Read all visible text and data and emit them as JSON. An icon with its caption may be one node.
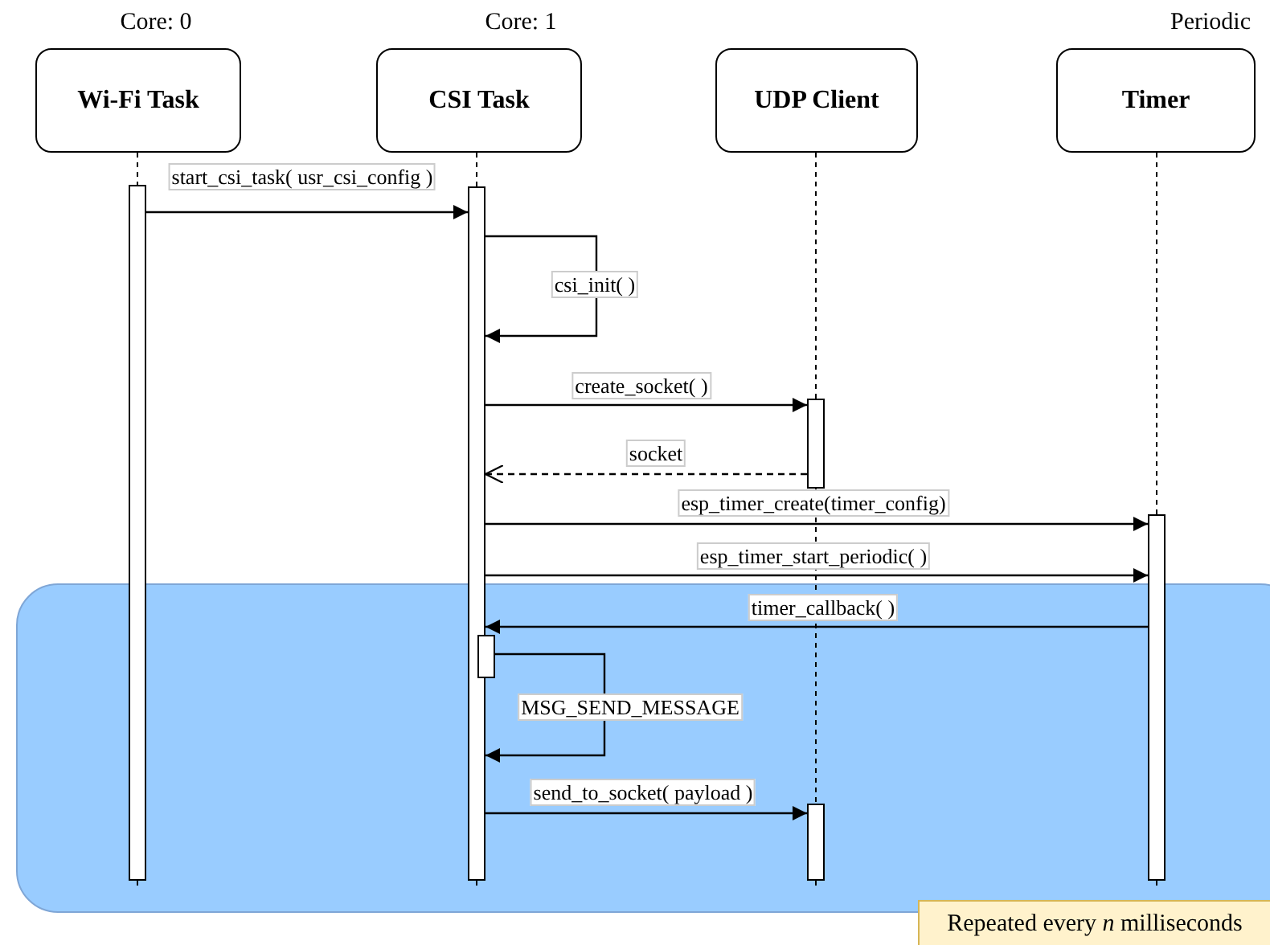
{
  "diagram": {
    "nodes": [
      {
        "text": [
          "Wi-Fi Task"
        ],
        "beside": [
          "Core: 0"
        ]
      },
      {
        "text": [
          "CSI Task"
        ],
        "beside": [
          "Core: 1"
        ]
      },
      {
        "text": [
          "UDP Client"
        ]
      },
      {
        "text": [
          "Timer"
        ],
        "beside": [
          "Periodic"
        ]
      },
      {
        "text": [],
        "shape": "bar"
      },
      {
        "text": [],
        "shape": "bar"
      },
      {
        "text": [],
        "shape": "bar"
      },
      {
        "text": [],
        "shape": "bar"
      },
      {
        "text": [],
        "shape": "bar"
      },
      {
        "text": [],
        "shape": "bar"
      },
      {
        "text": [
          "Repeated every *n* milliseconds"
        ]
      }
    ],
    "edges": [
      {
        "from": 4,
        "to": 5,
        "arrow": "to",
        "label": "start_csi_task( usr_csi_config )"
      },
      {
        "from": 5,
        "to": 5,
        "arrow": "to",
        "label": "csi_init( )"
      },
      {
        "from": 5,
        "to": 6,
        "arrow": "to",
        "label": "create_socket( )"
      },
      {
        "from": 6,
        "to": 5,
        "arrow": "to",
        "label": "socket",
        "style": "dashed"
      },
      {
        "from": 5,
        "to": 7,
        "arrow": "to",
        "label": "esp_timer_create(timer_config)"
      },
      {
        "from": 5,
        "to": 7,
        "arrow": "to",
        "label": "esp_timer_start_periodic( )"
      },
      {
        "from": 7,
        "to": 5,
        "arrow": "to",
        "label": "timer_callback( )"
      },
      {
        "from": 8,
        "to": 5,
        "arrow": "to",
        "label": "MSG_SEND_MESSAGE"
      },
      {
        "from": 5,
        "to": 9,
        "arrow": "to",
        "label": "send_to_socket( payload )"
      },
      {
        "from": 0,
        "to": 4,
        "arrow": "none",
        "style": "dashed"
      },
      {
        "from": 4,
        "to": null,
        "arrow": "none",
        "style": "dashed"
      },
      {
        "from": 1,
        "to": 5,
        "arrow": "none",
        "style": "dashed"
      },
      {
        "from": 5,
        "to": null,
        "arrow": "none",
        "style": "dashed"
      },
      {
        "from": 2,
        "to": 6,
        "arrow": "none",
        "style": "dashed"
      },
      {
        "from": 6,
        "to": 9,
        "arrow": "none",
        "style": "dashed"
      },
      {
        "from": 9,
        "to": null,
        "arrow": "none",
        "style": "dashed"
      },
      {
        "from": 3,
        "to": 7,
        "arrow": "none",
        "style": "dashed"
      },
      {
        "from": 7,
        "to": null,
        "arrow": "none",
        "style": "dashed"
      }
    ]
  }
}
